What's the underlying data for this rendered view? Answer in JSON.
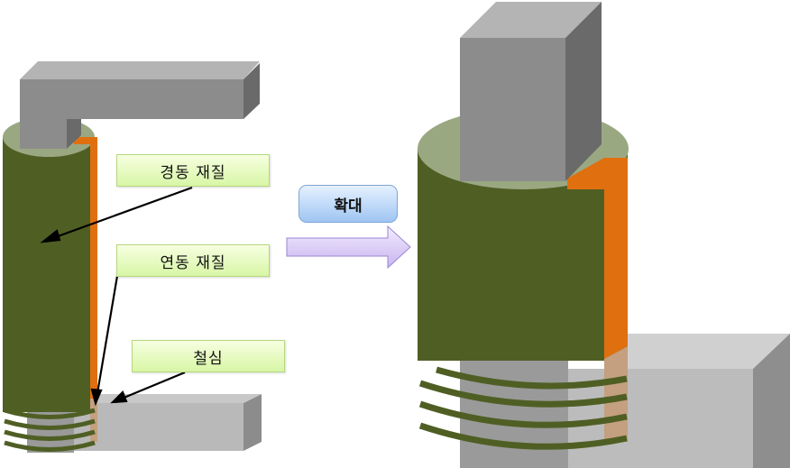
{
  "labels": {
    "hard_brass": "경동 재질",
    "soft_brass": "연동 재질",
    "iron_core": "철심"
  },
  "zoom_button": {
    "label": "확대"
  },
  "colors": {
    "coil_green": "#4f5f24",
    "copper_orange": "#e0700f",
    "cap_olive": "#9aa882",
    "metal_gray": "#8a8a8a",
    "label_green": "#d8f6a6",
    "button_blue": "#9fc5f2",
    "arrow_lilac": "#d6c6f2"
  }
}
